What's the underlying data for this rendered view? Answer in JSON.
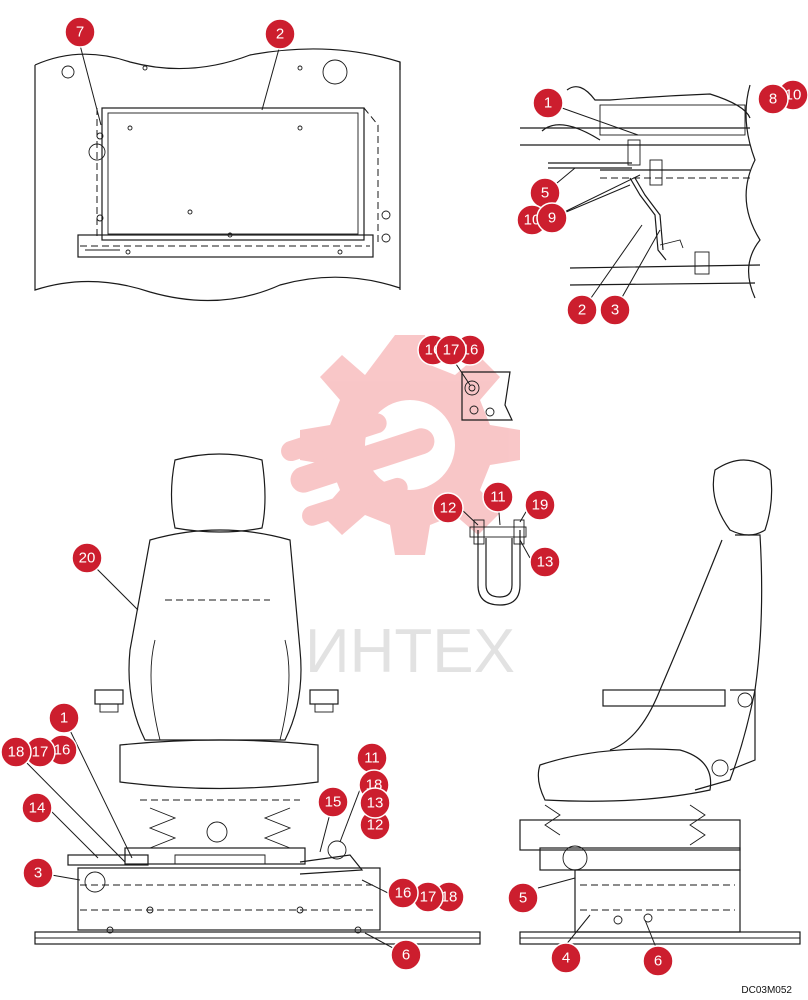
{
  "watermark": {
    "text": "ИНТЕХ",
    "color": "#e8353a",
    "icon": "gear-wrench-icon"
  },
  "callout_color": "#cc1e2e",
  "drawing_code": "DC03M052",
  "callouts": {
    "top_left_view": [
      "7",
      "2"
    ],
    "top_right_view": [
      "1",
      "8",
      "10",
      "5",
      "10",
      "9",
      "2",
      "3"
    ],
    "detail_bracket": [
      "16",
      "17",
      "16"
    ],
    "detail_clamp": [
      "12",
      "11",
      "19",
      "13"
    ],
    "front_view": [
      "20",
      "1",
      "18",
      "17",
      "16",
      "14",
      "3",
      "11",
      "18",
      "15",
      "13",
      "12",
      "16",
      "17",
      "18",
      "6"
    ],
    "side_view": [
      "5",
      "4",
      "6"
    ]
  }
}
